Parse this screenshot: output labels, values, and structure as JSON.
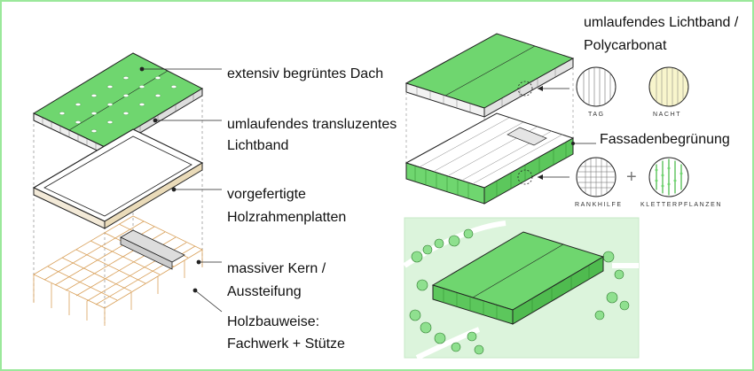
{
  "colors": {
    "green": "#6fd66f",
    "green_light": "#c9f0c9",
    "map_bg": "#dcf4dc",
    "timber": "#d9a15b",
    "line": "#222222",
    "border": "#9be89b"
  },
  "exploded_axonometric": {
    "labels": {
      "roof": "extensiv begrüntes Dach",
      "band_line1": "umlaufendes transluzentes",
      "band_line2": "Lichtband",
      "panels_line1": "vorgefertigte",
      "panels_line2": "Holzrahmenplatten",
      "core_line1": "massiver Kern /",
      "core_line2": "Aussteifung",
      "structure_line1": "Holzbauweise:",
      "structure_line2": "Fachwerk + Stütze"
    }
  },
  "facade_detail": {
    "labels": {
      "light_band_line1": "umlaufendes Lichtband /",
      "light_band_line2": "Polycarbonat",
      "facade_greening": "Fassadenbegrünung",
      "day": "TAG",
      "night": "NACHT",
      "trellis": "RANKHILFE",
      "climbing_plants": "KLETTERPFLANZEN",
      "plus": "+"
    }
  }
}
